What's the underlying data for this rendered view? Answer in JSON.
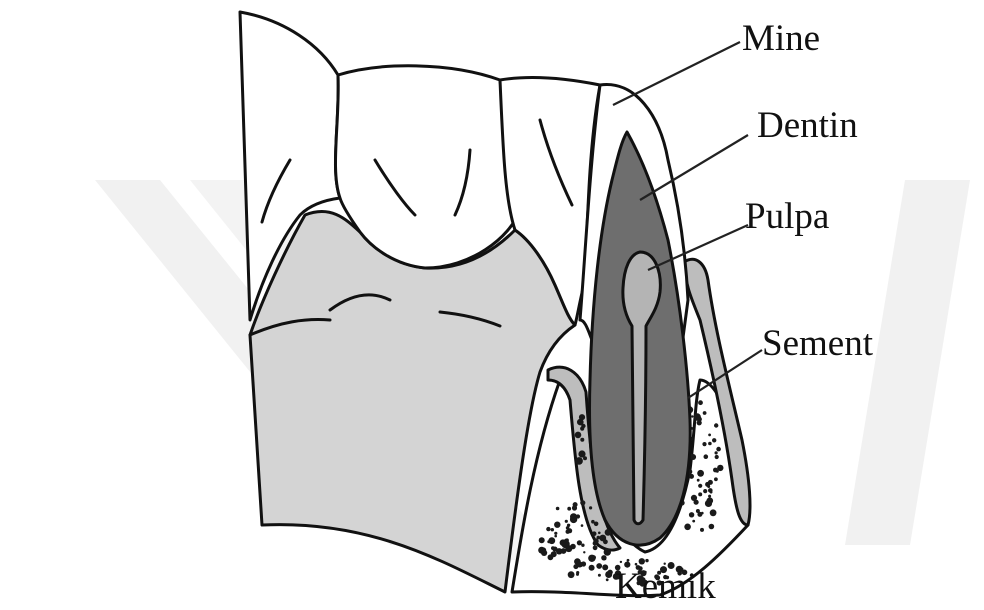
{
  "labels": {
    "enamel": "Mine",
    "dentin": "Dentin",
    "pulp": "Pulpa",
    "cementum": "Sement",
    "bone": "Kemik"
  },
  "colors": {
    "background": "#ffffff",
    "outline": "#111111",
    "enamel": "#ffffff",
    "dentin": "#6e6e6e",
    "pulp": "#b4b4b4",
    "gum": "#d4d4d4",
    "watermark": "#f0f0f0",
    "bone_dots": "#1a1a1a"
  }
}
